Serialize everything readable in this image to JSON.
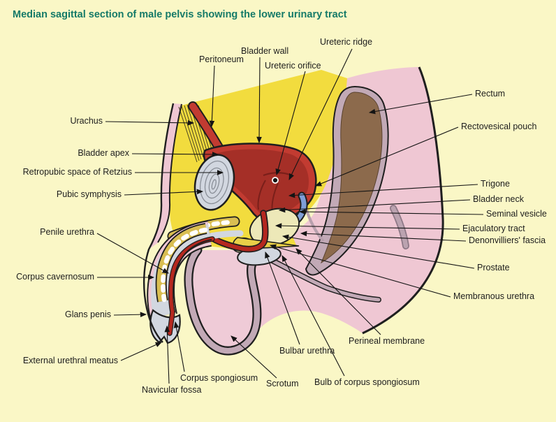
{
  "title": "Median sagittal section of male pelvis showing the lower urinary tract",
  "colors": {
    "title_teal": "#157a68",
    "background": "#faf7c6",
    "fat_yellow": "#f2dc3e",
    "bladder_wall_red": "#c23b31",
    "bladder_interior_red": "#a52f27",
    "urethra_red": "#b5281f",
    "body_pink": "#efc7d3",
    "scrotum_pink": "#efcbd7",
    "rectum_brown": "#8c6a4c",
    "wall_mauve": "#c2a9b6",
    "cartilage_gray": "#d2d7e0",
    "seminal_vesicle_blue": "#7e9ed8",
    "prostate_cream": "#ede8b8",
    "membrane_gold": "#e9cf48",
    "outline": "#1f1f1f"
  },
  "labels": {
    "peritoneum": "Peritoneum",
    "bladder_wall": "Bladder wall",
    "ureteric_orifice": "Ureteric orifice",
    "ureteric_ridge": "Ureteric ridge",
    "urachus": "Urachus",
    "bladder_apex": "Bladder apex",
    "retropubic_space": "Retropubic space of Retzius",
    "pubic_symphysis": "Pubic symphysis",
    "penile_urethra": "Penile urethra",
    "corpus_cavernosum": "Corpus cavernosum",
    "glans_penis": "Glans penis",
    "external_urethral_meatus": "External urethral meatus",
    "navicular_fossa": "Navicular fossa",
    "corpus_spongiosum": "Corpus spongiosum",
    "scrotum": "Scrotum",
    "bulbar_urethra": "Bulbar urethra",
    "bulb_of_corpus_spongiosum": "Bulb of corpus spongiosum",
    "perineal_membrane": "Perineal membrane",
    "rectum": "Rectum",
    "rectovesical_pouch": "Rectovesical pouch",
    "trigone": "Trigone",
    "bladder_neck": "Bladder neck",
    "seminal_vesicle": "Seminal vesicle",
    "ejaculatory_tract": "Ejaculatory tract",
    "denonvilliers_fascia": "Denonvilliers' fascia",
    "prostate": "Prostate",
    "membranous_urethra": "Membranous urethra"
  }
}
